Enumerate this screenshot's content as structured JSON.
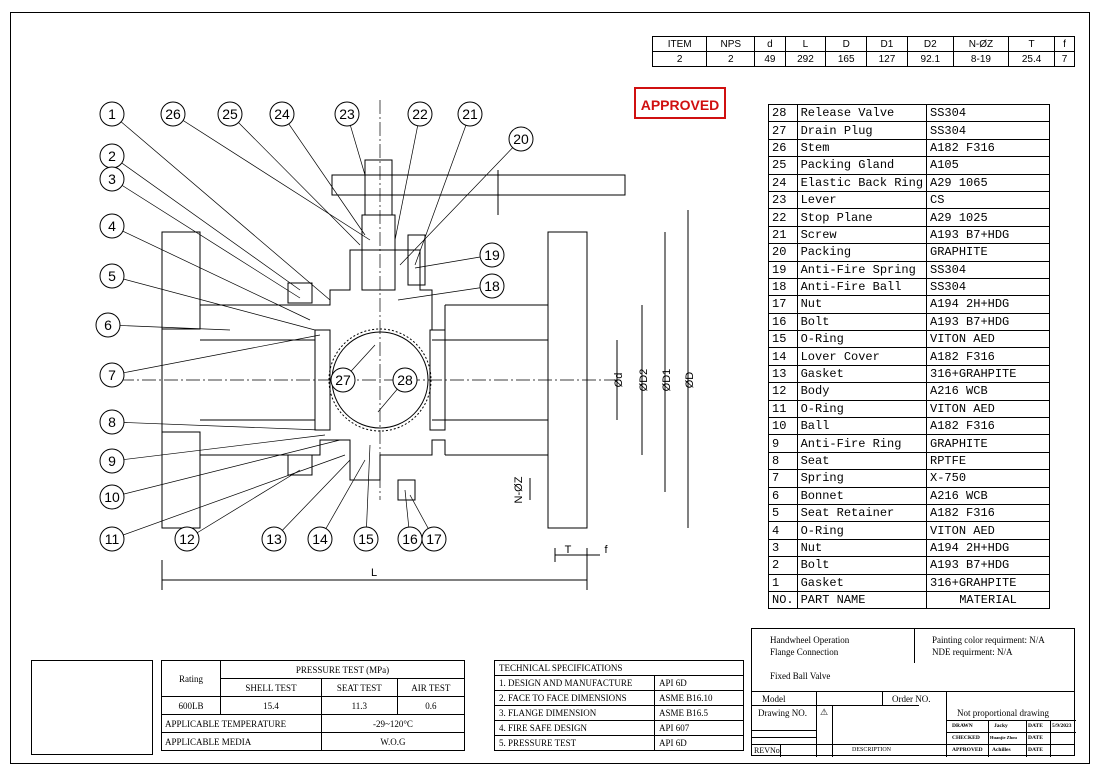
{
  "dimension_table": {
    "headers": [
      "ITEM",
      "NPS",
      "d",
      "L",
      "D",
      "D1",
      "D2",
      "N-ØZ",
      "T",
      "f"
    ],
    "values": [
      "2",
      "2",
      "49",
      "292",
      "165",
      "127",
      "92.1",
      "8-19",
      "25.4",
      "7"
    ]
  },
  "stamp": "APPROVED",
  "bom": [
    {
      "no": "28",
      "part": "Release Valve",
      "material": "SS304"
    },
    {
      "no": "27",
      "part": "Drain Plug",
      "material": "SS304"
    },
    {
      "no": "26",
      "part": "Stem",
      "material": "A182 F316"
    },
    {
      "no": "25",
      "part": "Packing Gland",
      "material": "A105"
    },
    {
      "no": "24",
      "part": "Elastic Back Ring",
      "material": "A29 1065"
    },
    {
      "no": "23",
      "part": "Lever",
      "material": "CS"
    },
    {
      "no": "22",
      "part": "Stop Plane",
      "material": "A29 1025"
    },
    {
      "no": "21",
      "part": "Screw",
      "material": "A193 B7+HDG"
    },
    {
      "no": "20",
      "part": "Packing",
      "material": "GRAPHITE"
    },
    {
      "no": "19",
      "part": "Anti-Fire Spring",
      "material": "SS304"
    },
    {
      "no": "18",
      "part": "Anti-Fire Ball",
      "material": "SS304"
    },
    {
      "no": "17",
      "part": "Nut",
      "material": "A194 2H+HDG"
    },
    {
      "no": "16",
      "part": "Bolt",
      "material": "A193 B7+HDG"
    },
    {
      "no": "15",
      "part": "O-Ring",
      "material": "VITON AED"
    },
    {
      "no": "14",
      "part": "Lover Cover",
      "material": "A182 F316"
    },
    {
      "no": "13",
      "part": "Gasket",
      "material": "316+GRAHPITE"
    },
    {
      "no": "12",
      "part": "Body",
      "material": "A216 WCB"
    },
    {
      "no": "11",
      "part": "O-Ring",
      "material": "VITON AED"
    },
    {
      "no": "10",
      "part": "Ball",
      "material": "A182 F316"
    },
    {
      "no": "9",
      "part": "Anti-Fire Ring",
      "material": "GRAPHITE"
    },
    {
      "no": "8",
      "part": "Seat",
      "material": "RPTFE"
    },
    {
      "no": "7",
      "part": "Spring",
      "material": "X-750"
    },
    {
      "no": "6",
      "part": "Bonnet",
      "material": "A216 WCB"
    },
    {
      "no": "5",
      "part": "Seat Retainer",
      "material": "A182 F316"
    },
    {
      "no": "4",
      "part": "O-Ring",
      "material": "VITON AED"
    },
    {
      "no": "3",
      "part": "Nut",
      "material": "A194 2H+HDG"
    },
    {
      "no": "2",
      "part": "Bolt",
      "material": "A193 B7+HDG"
    },
    {
      "no": "1",
      "part": "Gasket",
      "material": "316+GRAHPITE"
    }
  ],
  "bom_header": {
    "no": "NO.",
    "part": "PART NAME",
    "material": "MATERIAL"
  },
  "drawing": {
    "balloons": [
      "1",
      "2",
      "3",
      "4",
      "5",
      "6",
      "7",
      "8",
      "9",
      "10",
      "11",
      "12",
      "13",
      "14",
      "15",
      "16",
      "17",
      "18",
      "19",
      "20",
      "21",
      "22",
      "23",
      "24",
      "25",
      "26",
      "27",
      "28"
    ],
    "dim_labels": {
      "d": "Ød",
      "D2": "ØD2",
      "D1": "ØD1",
      "D": "ØD",
      "NZ": "N-ØZ",
      "T": "T",
      "f": "f",
      "L": "L"
    }
  },
  "pressure_test": {
    "rating_label": "Rating",
    "title": "PRESSURE TEST (MPa)",
    "col_shell": "SHELL TEST",
    "col_seat": "SEAT TEST",
    "col_air": "AIR TEST",
    "rating": "600LB",
    "shell": "15.4",
    "seat": "11.3",
    "air": "0.6",
    "temp_label": "APPLICABLE TEMPERATURE",
    "temp_value": "-29~120°C",
    "media_label": "APPLICABLE MEDIA",
    "media_value": "W.O.G"
  },
  "tech_specs": {
    "title": "TECHNICAL SPECIFICATIONS",
    "rows": [
      {
        "label": "1. DESIGN AND MANUFACTURE",
        "value": "API 6D"
      },
      {
        "label": "2. FACE TO FACE DIMENSIONS",
        "value": "ASME B16.10"
      },
      {
        "label": "3. FLANGE DIMENSION",
        "value": "ASME B16.5"
      },
      {
        "label": "4. FIRE SAFE DESIGN",
        "value": "API 607"
      },
      {
        "label": "5. PRESSURE TEST",
        "value": "API 6D"
      }
    ]
  },
  "title_block": {
    "operation": "Handwheel Operation",
    "connection": "Flange Connection",
    "painting": "Painting color requirment: N/A",
    "nde": "NDE requirment: N/A",
    "product": "Fixed Ball Valve",
    "model_label": "Model",
    "order_label": "Order NO.",
    "drawing_label": "Drawing NO.",
    "scale_note": "Not proportional drawing",
    "rev_label": "REVNo.",
    "desc_label": "DESCRIPTION",
    "drawn_label": "DRAWN",
    "drawn_name": "Jacky",
    "checked_label": "CHECKED",
    "checked_name": "Huanjie Zhou",
    "approved_label": "APPROVED",
    "approved_name": "Achilles",
    "date_label": "DATE",
    "date_value": "5/9/2023"
  }
}
